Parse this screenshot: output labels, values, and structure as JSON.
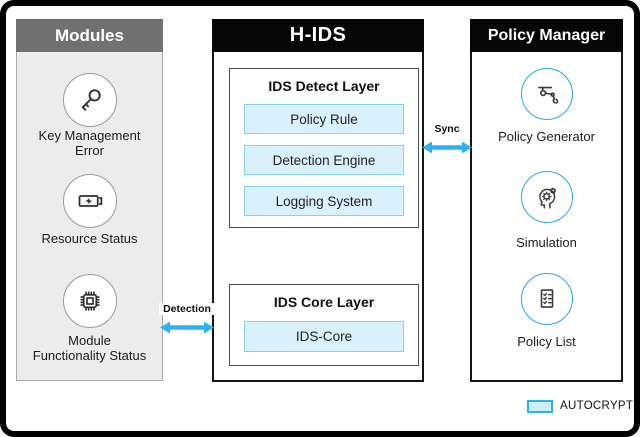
{
  "modules": {
    "title": "Modules",
    "items": [
      {
        "icon": "key-icon",
        "label_lines": [
          "Key Management",
          "Error"
        ]
      },
      {
        "icon": "battery-charging-icon",
        "label_lines": [
          "Resource Status"
        ]
      },
      {
        "icon": "chip-icon",
        "label_lines": [
          "Module",
          "Functionality Status"
        ]
      }
    ]
  },
  "hids": {
    "title": "H-IDS",
    "detect_layer": {
      "title": "IDS Detect Layer",
      "components": [
        "Policy Rule",
        "Detection Engine",
        "Logging System"
      ]
    },
    "core_layer": {
      "title": "IDS Core Layer",
      "components": [
        "IDS-Core"
      ]
    }
  },
  "policy_manager": {
    "title": "Policy Manager",
    "items": [
      {
        "icon": "robot-arm-icon",
        "label": "Policy Generator"
      },
      {
        "icon": "head-gears-icon",
        "label": "Simulation"
      },
      {
        "icon": "checklist-icon",
        "label": "Policy List"
      }
    ]
  },
  "connections": [
    {
      "label": "Detection",
      "from": "Modules",
      "to": "H-IDS"
    },
    {
      "label": "Sync",
      "from": "H-IDS",
      "to": "Policy Manager"
    }
  ],
  "legend": {
    "label": "AUTOCRYPT"
  },
  "colors": {
    "accent_cyan": "#29b4ef",
    "component_fill": "#d9f1fd",
    "component_border": "#85d2f2",
    "modules_header_bg": "#717171",
    "modules_body_bg": "#ececec",
    "dark_header_bg": "#060606",
    "policy_circle_border": "#29a8e0"
  }
}
